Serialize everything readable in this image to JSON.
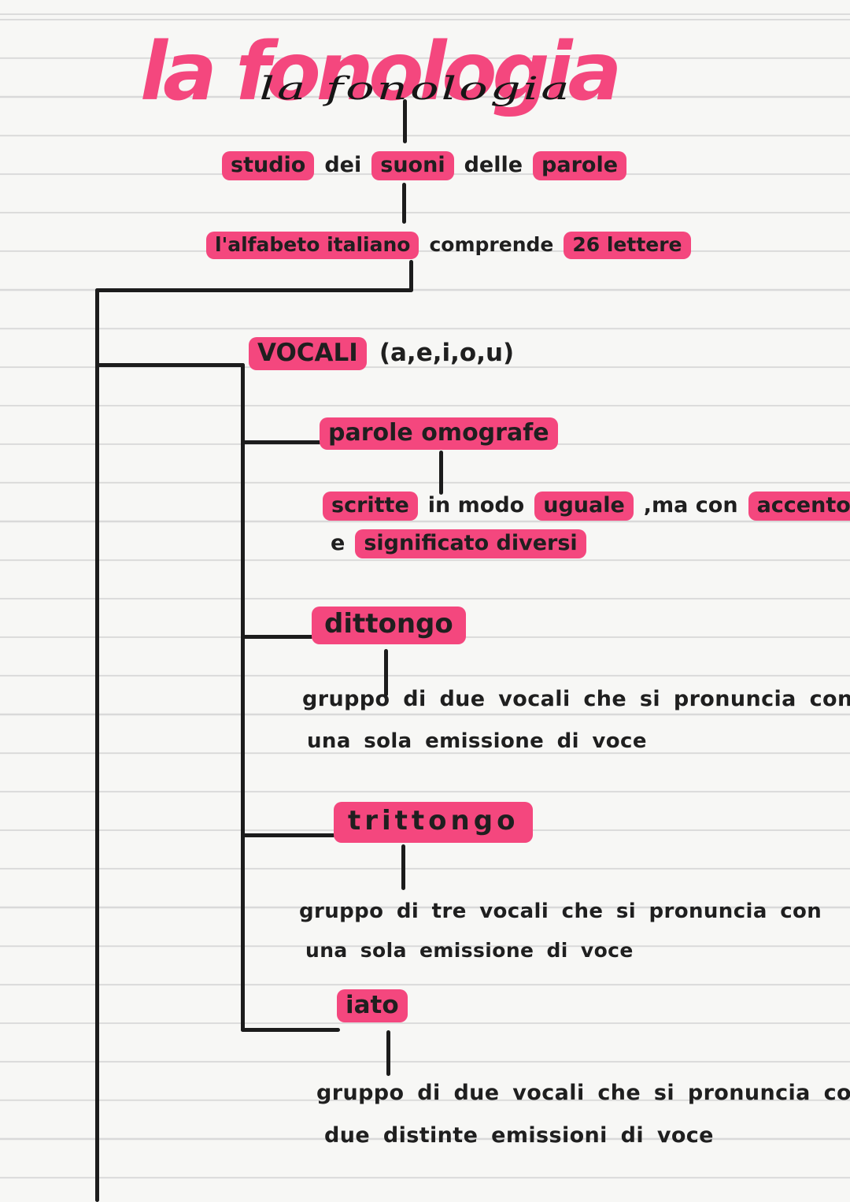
{
  "colors": {
    "highlight_pink": "#f4477e",
    "ink": "#1f1f1f",
    "paper": "#f7f7f5",
    "ruled_line": "#d9d9d9"
  },
  "title": {
    "text": "la fonologia",
    "script_overlay": "la fonologia"
  },
  "definition_row": {
    "segments": [
      {
        "text": "studio",
        "hl": true
      },
      {
        "text": "dei",
        "hl": false
      },
      {
        "text": "suoni",
        "hl": true
      },
      {
        "text": "delle",
        "hl": false
      },
      {
        "text": "parole",
        "hl": true
      }
    ]
  },
  "alphabet_row": {
    "segments": [
      {
        "text": "l'alfabeto italiano",
        "hl": true
      },
      {
        "text": "comprende",
        "hl": false
      },
      {
        "text": "26 lettere",
        "hl": true
      }
    ]
  },
  "vocali": {
    "label": "VOCALI",
    "letters": "(a,e,i,o,u)"
  },
  "parole_omografe": {
    "label": "parole omografe",
    "desc_line1_segments": [
      {
        "text": "scritte",
        "hl": true
      },
      {
        "text": "in modo",
        "hl": false
      },
      {
        "text": "uguale",
        "hl": true
      },
      {
        "text": ",ma con",
        "hl": false
      },
      {
        "text": "accento",
        "hl": true
      }
    ],
    "desc_line2_segments": [
      {
        "text": "e",
        "hl": false
      },
      {
        "text": "significato diversi",
        "hl": true
      }
    ]
  },
  "dittongo": {
    "label": "dittongo",
    "desc_line1": "gruppo di due vocali che si pronuncia con",
    "desc_line2": "una sola emissione di voce"
  },
  "trittongo": {
    "label": "trittongo",
    "desc_line1": "gruppo di tre vocali che si pronuncia con",
    "desc_line2": "una sola emissione di voce"
  },
  "iato": {
    "label": "iato",
    "desc_line1": "gruppo di due vocali che si pronuncia con",
    "desc_line2": "due distinte emissioni di voce"
  }
}
